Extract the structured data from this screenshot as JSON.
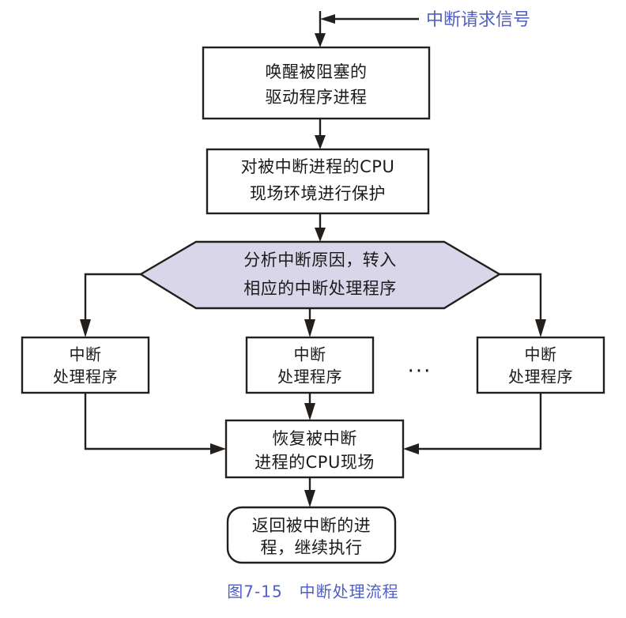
{
  "figure": {
    "caption": "图7-15　中断处理流程",
    "caption_color": "#4f5fc4",
    "hexagon_fill": "#d9d6e9",
    "line_color": "#231f1c"
  },
  "signal": {
    "label": "中断请求信号"
  },
  "nodes": {
    "wake_driver": {
      "line1": "唤醒被阻塞的",
      "line2": "驱动程序进程"
    },
    "save_context": {
      "line1": "对被中断进程的CPU",
      "line2": "现场环境进行保护"
    },
    "analyze": {
      "line1": "分析中断原因，转入",
      "line2": "相应的中断处理程序"
    },
    "handler_left": {
      "line1": "中断",
      "line2": "处理程序"
    },
    "handler_middle": {
      "line1": "中断",
      "line2": "处理程序"
    },
    "handler_right": {
      "line1": "中断",
      "line2": "处理程序"
    },
    "restore_context": {
      "line1": "恢复被中断",
      "line2": "进程的CPU现场"
    },
    "return_process": {
      "line1": "返回被中断的进",
      "line2": "程，继续执行"
    }
  },
  "ellipsis": {
    "label": "..."
  }
}
